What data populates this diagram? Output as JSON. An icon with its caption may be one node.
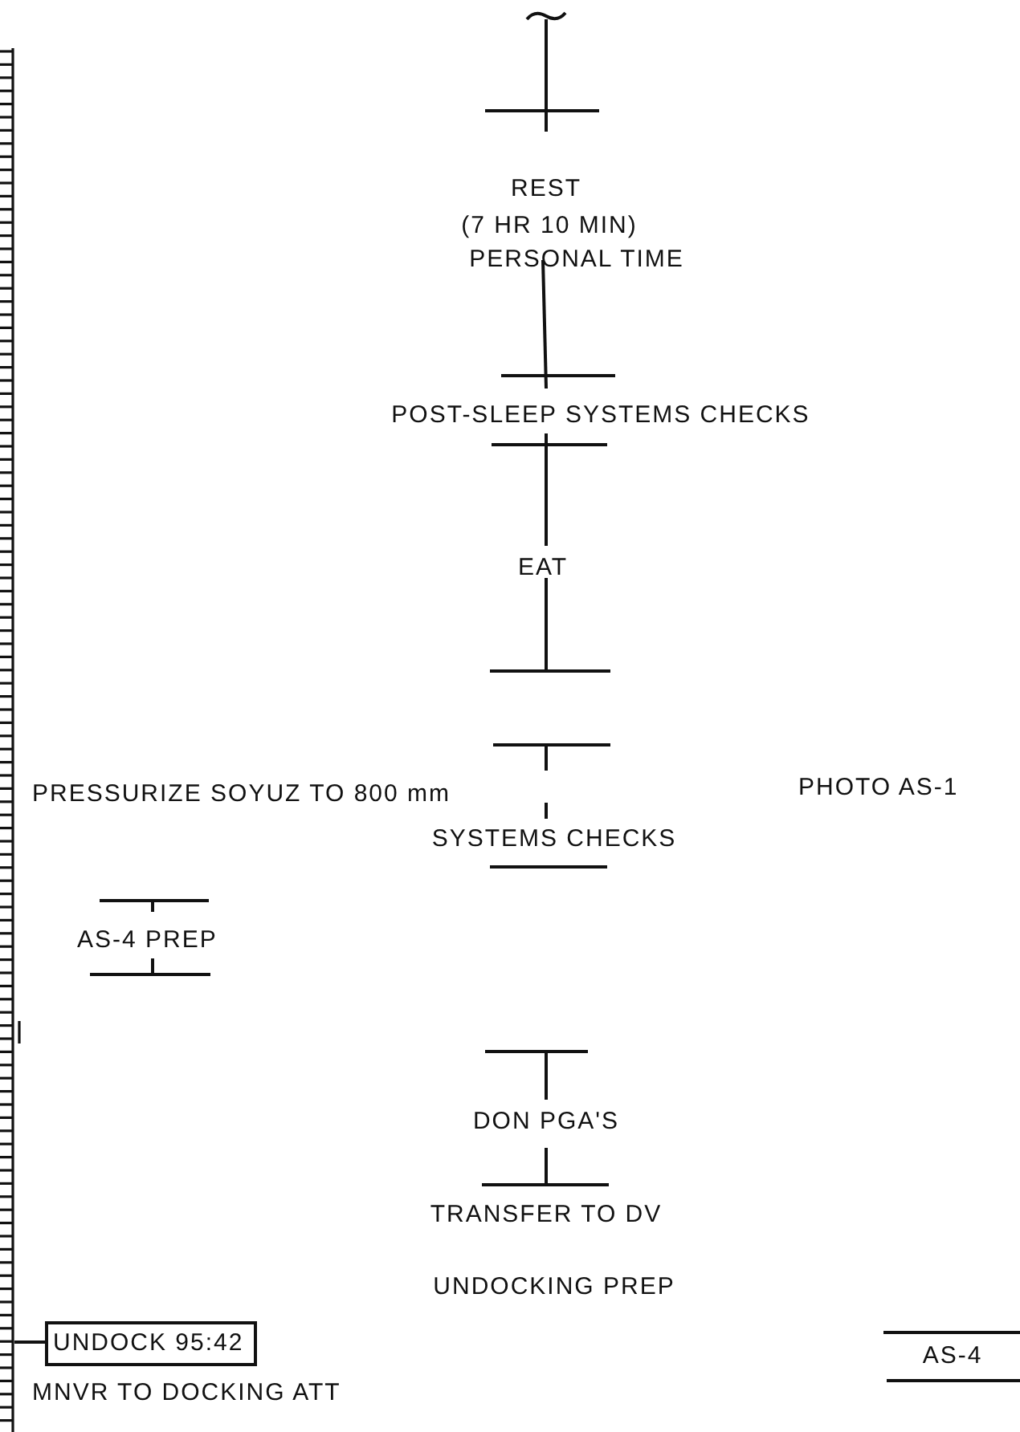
{
  "diagram": {
    "nodes": [
      {
        "text": [
          "UNDOCK 95:42"
        ]
      }
    ],
    "labels": [
      "REST",
      "(7 HR 10 MIN)",
      "PERSONAL TIME",
      "POST-SLEEP SYSTEMS CHECKS",
      "EAT",
      "PRESSURIZE SOYUZ TO 800 mm",
      "PHOTO AS-1",
      "SYSTEMS CHECKS",
      "AS-4 PREP",
      "DON PGA'S",
      "TRANSFER TO DV",
      "UNDOCKING PREP",
      "AS-4",
      "MNVR TO DOCKING ATT"
    ]
  }
}
